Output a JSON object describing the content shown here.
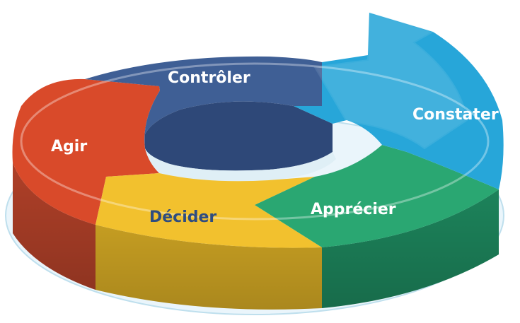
{
  "diagram": {
    "type": "cycle",
    "steps": [
      {
        "id": "controler",
        "label": "Contrôler",
        "color": "#3f5f95",
        "text_color": "#ffffff"
      },
      {
        "id": "constater",
        "label": "Constater",
        "color": "#27a6d9",
        "text_color": "#ffffff"
      },
      {
        "id": "apprecier",
        "label": "Apprécier",
        "color": "#2aa772",
        "text_color": "#ffffff"
      },
      {
        "id": "decider",
        "label": "Décider",
        "color": "#f2c12e",
        "text_color": "#2f4d80"
      },
      {
        "id": "agir",
        "label": "Agir",
        "color": "#d94a2a",
        "text_color": "#ffffff"
      }
    ]
  }
}
